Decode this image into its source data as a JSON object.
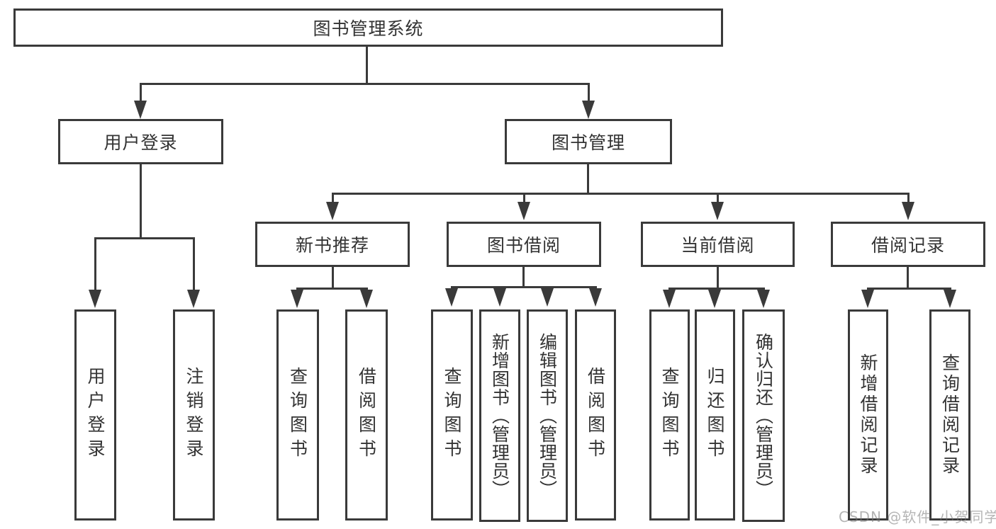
{
  "diagram": {
    "root": {
      "label": "图书管理系统"
    },
    "level2": {
      "login": {
        "label": "用户登录"
      },
      "management": {
        "label": "图书管理"
      }
    },
    "level3": {
      "new_books": {
        "label": "新书推荐"
      },
      "book_borrow": {
        "label": "图书借阅"
      },
      "current_borrow": {
        "label": "当前借阅"
      },
      "borrow_records": {
        "label": "借阅记录"
      }
    },
    "leaves": {
      "login_children": [
        {
          "label": "用户登录"
        },
        {
          "label": "注销登录"
        }
      ],
      "new_books_children": [
        {
          "label": "查询图书"
        },
        {
          "label": "借阅图书"
        }
      ],
      "book_borrow_children": [
        {
          "label": "查询图书"
        },
        {
          "label": "新增图书（管理员）"
        },
        {
          "label": "编辑图书（管理员）"
        },
        {
          "label": "借阅图书"
        }
      ],
      "current_borrow_children": [
        {
          "label": "查询图书"
        },
        {
          "label": "归还图书"
        },
        {
          "label": "确认归还（管理员）"
        }
      ],
      "borrow_records_children": [
        {
          "label": "新增借阅记录"
        },
        {
          "label": "查询借阅记录"
        }
      ]
    }
  },
  "watermark": {
    "text": "CSDN @软件_小贺同学"
  },
  "colors": {
    "line": "#3a3a3a",
    "text": "#333333",
    "background": "#ffffff",
    "watermark": "#9e9e9e"
  }
}
